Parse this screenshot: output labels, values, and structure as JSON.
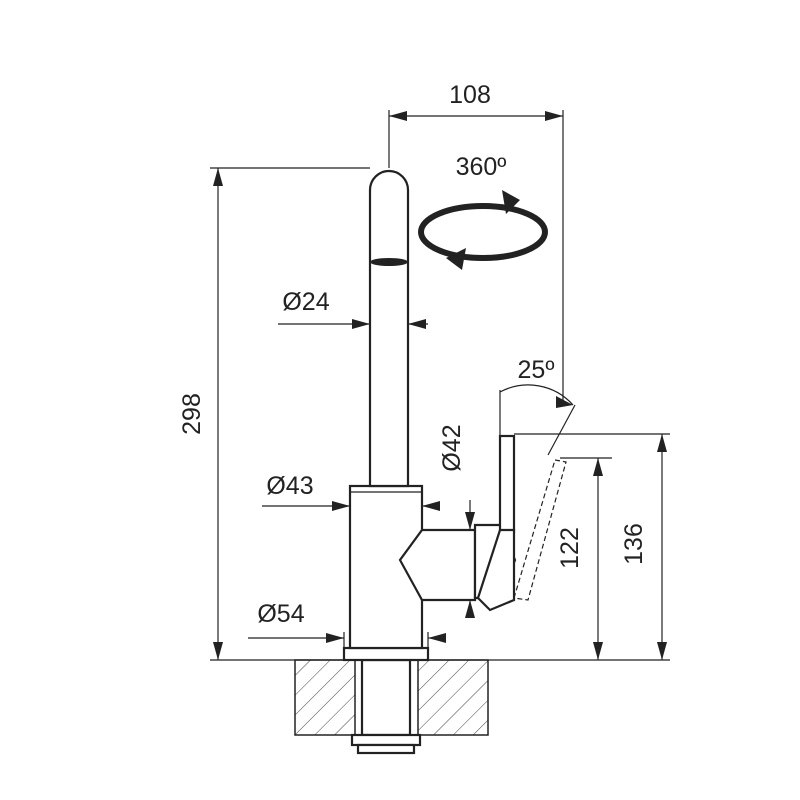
{
  "drawing": {
    "type": "faucet-dimension-drawing",
    "dimensions": {
      "reach": "108",
      "rotation": "360º",
      "spout_diameter": "Ø24",
      "total_height": "298",
      "lever_angle": "25º",
      "lever_diameter": "Ø42",
      "body_diameter": "Ø43",
      "outlet_height": "122",
      "lever_height": "136",
      "base_diameter": "Ø54"
    },
    "colors": {
      "line": "#222222",
      "background": "#ffffff"
    }
  }
}
